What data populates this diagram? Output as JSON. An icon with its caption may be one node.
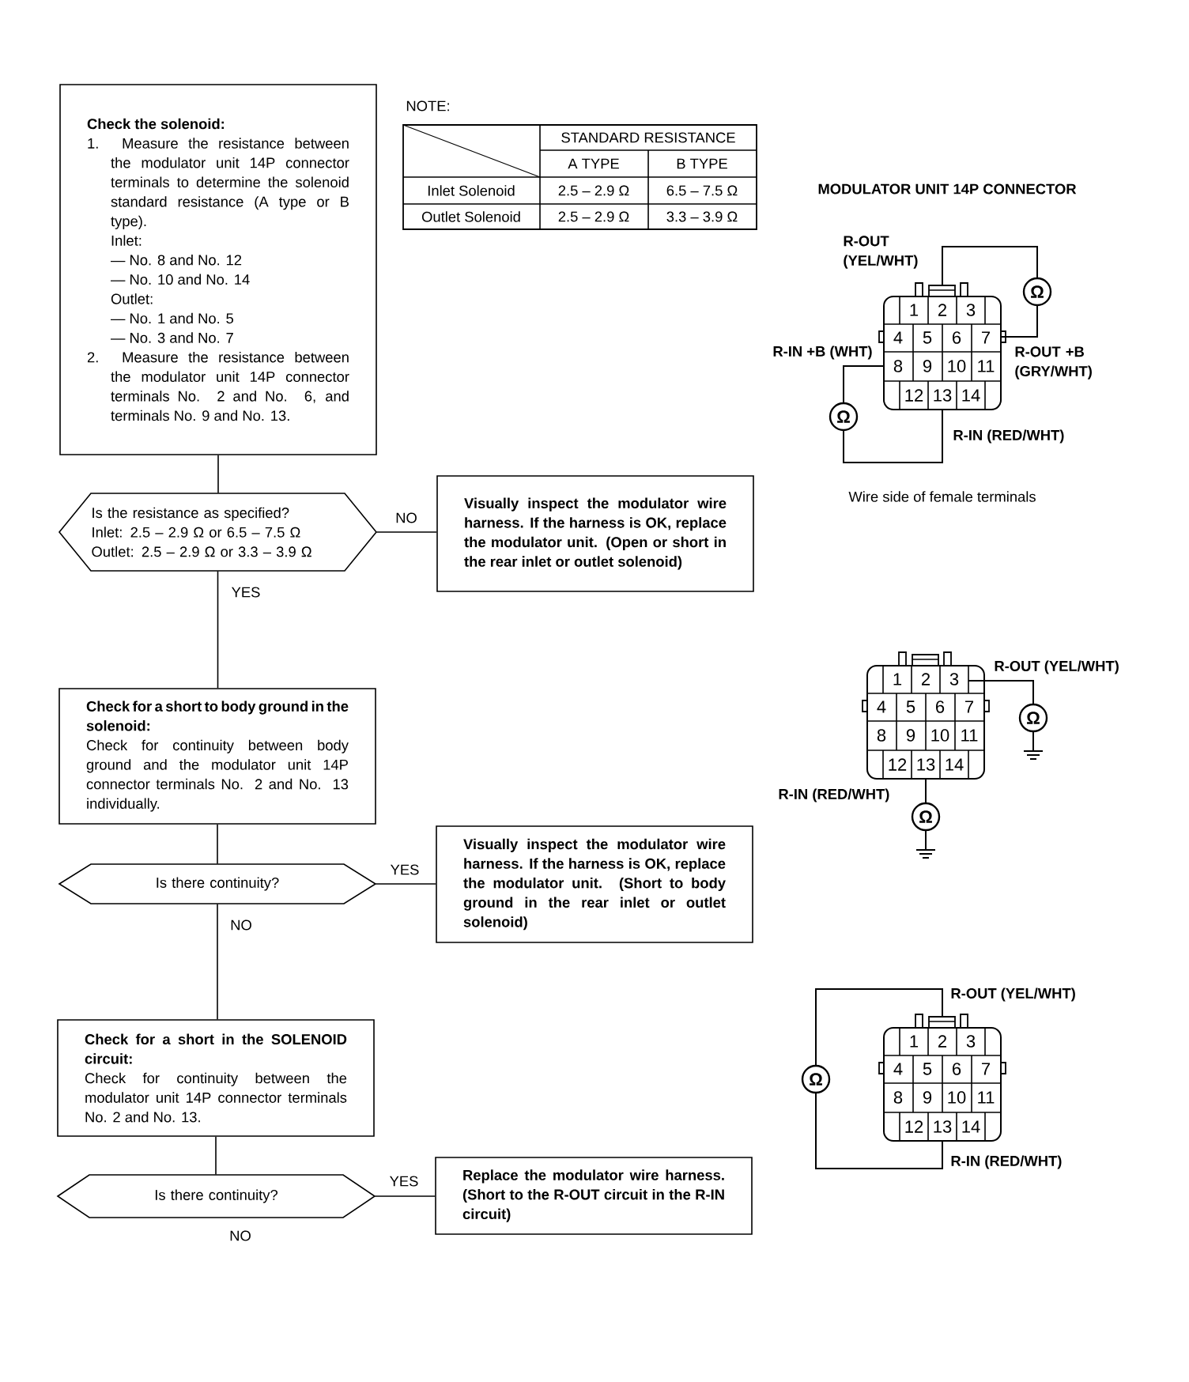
{
  "diagram": {
    "nodes": [
      {
        "text": [
          "Check the solenoid:",
          "1. Measure the resistance between the modulator unit 14P connector terminals to determine the solenoid standard resistance (A type or B type).",
          "Inlet:",
          "— No. 8 and No. 12",
          "— No. 10 and No. 14",
          "Outlet:",
          "— No. 1 and No. 5",
          "— No. 3 and No. 7",
          "2. Measure the resistance between the modulator unit 14P connector terminals No. 2 and No. 6, and terminals No. 9 and No. 13."
        ]
      },
      {
        "text": [
          "Is the resistance as specified?",
          "Inlet: 2.5 – 2.9 Ω or 6.5 – 7.5 Ω",
          "Outlet: 2.5 – 2.9 Ω or 3.3 – 3.9 Ω"
        ]
      },
      {
        "text": [
          "Visually inspect the modulator wire harness. If the harness is OK, replace the modulator unit. (Open or short in the rear inlet or outlet solenoid)"
        ]
      },
      {
        "text": [
          "Check for a short to body ground in the solenoid:",
          "Check for continuity between body ground and the modulator unit 14P connector terminals No. 2 and No. 13 individually."
        ]
      },
      {
        "text": [
          "Is there continuity?"
        ]
      },
      {
        "text": [
          "Visually inspect the modulator wire harness. If the harness is OK, replace the modulator unit. (Short to body ground in the rear inlet or outlet solenoid)"
        ]
      },
      {
        "text": [
          "Check for a short in the SOLENOID circuit:",
          "Check for continuity between the modulator unit 14P connector terminals No. 2 and No. 13."
        ]
      },
      {
        "text": [
          "Is there continuity?"
        ],
        "beside": [
          "NO"
        ]
      },
      {
        "text": [
          "Replace the modulator wire harness. (Short to the R-OUT circuit in the R-IN circuit)"
        ]
      }
    ],
    "edges": [
      {
        "from": 0,
        "to": 1,
        "arrow": "none"
      },
      {
        "from": 1,
        "to": 2,
        "arrow": "none",
        "label": "NO"
      },
      {
        "from": 1,
        "to": 3,
        "arrow": "none",
        "label": "YES"
      },
      {
        "from": 3,
        "to": 4,
        "arrow": "none"
      },
      {
        "from": 4,
        "to": 5,
        "arrow": "none",
        "label": "YES"
      },
      {
        "from": 4,
        "to": 6,
        "arrow": "none",
        "label": "NO"
      },
      {
        "from": 6,
        "to": 7,
        "arrow": "none"
      },
      {
        "from": 7,
        "to": 8,
        "arrow": "none",
        "label": "YES"
      }
    ],
    "labels": [
      "NOTE:",
      "STANDARD RESISTANCE",
      "A TYPE",
      "B TYPE",
      "Inlet Solenoid",
      "2.5 – 2.9 Ω",
      "6.5 – 7.5 Ω",
      "Outlet Solenoid",
      "2.5 – 2.9 Ω",
      "3.3 – 3.9 Ω",
      "MODULATOR UNIT 14P CONNECTOR",
      "R-OUT (YEL/WHT)",
      "R-IN +B (WHT)",
      "R-OUT +B (GRY/WHT)",
      "R-IN (RED/WHT)",
      "Wire side of female terminals",
      "1",
      "2",
      "3",
      "4",
      "5",
      "6",
      "7",
      "8",
      "9",
      "10",
      "11",
      "12",
      "13",
      "14",
      "Ω",
      "Ω",
      "R-OUT (YEL/WHT)",
      "R-IN (RED/WHT)",
      "1",
      "2",
      "3",
      "4",
      "5",
      "6",
      "7",
      "8",
      "9",
      "10",
      "11",
      "12",
      "13",
      "14",
      "Ω",
      "Ω",
      "R-OUT (YEL/WHT)",
      "R-IN (RED/WHT)",
      "1",
      "2",
      "3",
      "4",
      "5",
      "6",
      "7",
      "8",
      "9",
      "10",
      "11",
      "12",
      "13",
      "14",
      "Ω"
    ]
  }
}
